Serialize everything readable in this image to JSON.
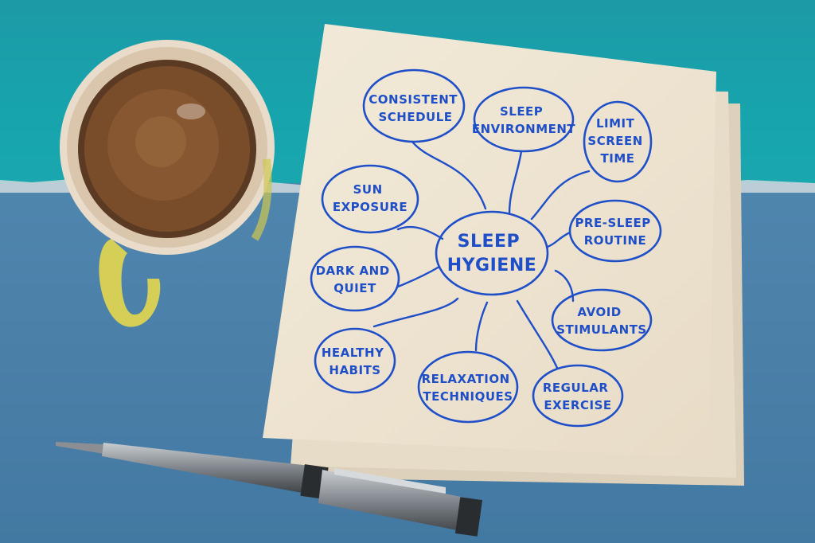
{
  "mind_map": {
    "center": [
      "SLEEP",
      "HYGIENE"
    ],
    "nodes": [
      {
        "id": "consistent-schedule",
        "lines": [
          "CONSISTENT",
          "SCHEDULE"
        ]
      },
      {
        "id": "sleep-environment",
        "lines": [
          "SLEEP",
          "ENVIRONMENT"
        ]
      },
      {
        "id": "limit-screen-time",
        "lines": [
          "LIMIT",
          "SCREEN",
          "TIME"
        ]
      },
      {
        "id": "sun-exposure",
        "lines": [
          "SUN",
          "EXPOSURE"
        ]
      },
      {
        "id": "pre-sleep-routine",
        "lines": [
          "PRE-SLEEP",
          "ROUTINE"
        ]
      },
      {
        "id": "dark-and-quiet",
        "lines": [
          "DARK AND",
          "QUIET"
        ]
      },
      {
        "id": "avoid-stimulants",
        "lines": [
          "AVOID",
          "STIMULANTS"
        ]
      },
      {
        "id": "healthy-habits",
        "lines": [
          "HEALTHY",
          "HABITS"
        ]
      },
      {
        "id": "relaxation-techniques",
        "lines": [
          "RELAXATION",
          "TECHNIQUES"
        ]
      },
      {
        "id": "regular-exercise",
        "lines": [
          "REGULAR",
          "EXERCISE"
        ]
      }
    ]
  },
  "colors": {
    "ink": "#1f4fc8",
    "napkin": "#efe6d6",
    "teal_paper": "#17a4ad",
    "blue_paper": "#4a7fa8",
    "coffee": "#6b4325",
    "mug_handle": "#d6cf57"
  }
}
